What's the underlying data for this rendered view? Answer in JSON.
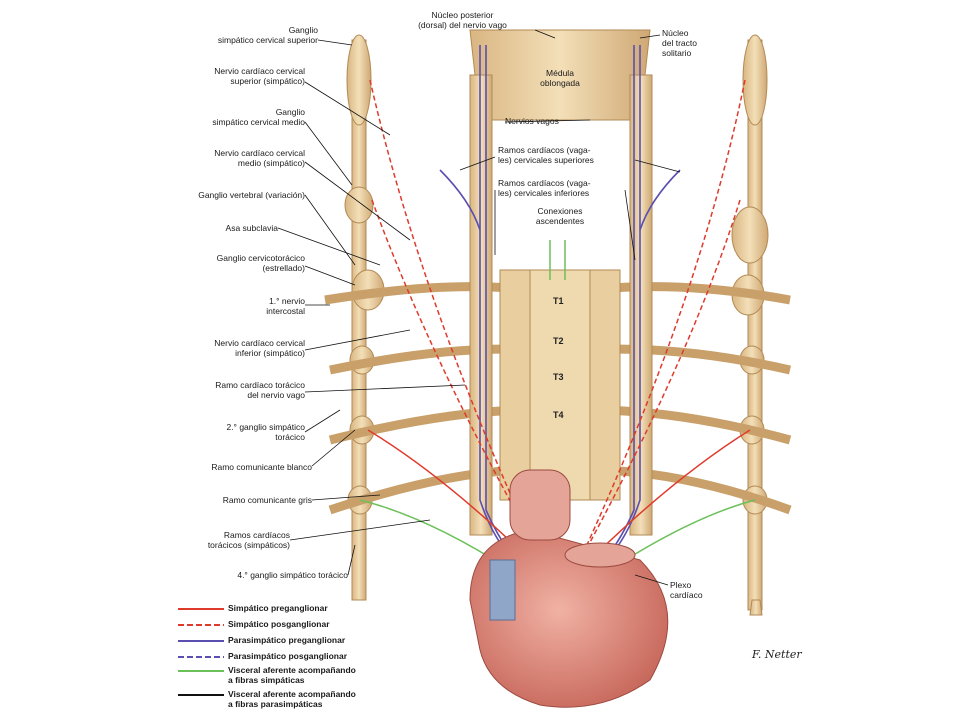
{
  "labels": {
    "ganglio_sup": "Ganglio\nsimpático cervical superior",
    "nervio_card_sup": "Nervio cardíaco cervical\nsuperior (simpático)",
    "ganglio_medio": "Ganglio\nsimpático cervical medio",
    "nervio_card_medio": "Nervio cardíaco cervical\nmedio (simpático)",
    "ganglio_vertebral": "Ganglio vertebral (variación)",
    "asa_subclavia": "Asa subclavia",
    "ganglio_cervicotoracico": "Ganglio cervicotorácico\n(estrellado)",
    "nervio_intercostal": "1.° nervio\nintercostal",
    "nervio_card_inf": "Nervio cardíaco cervical\ninferior (simpático)",
    "ramo_toracico_vago": "Ramo cardíaco torácico\ndel nervio vago",
    "ganglio_2_toracico": "2.° ganglio simpático\ntorácico",
    "ramo_blanco": "Ramo comunicante blanco",
    "ramo_gris": "Ramo comunicante gris",
    "ramos_toracicos": "Ramos cardíacos\ntorácicos (simpáticos)",
    "ganglio_4_toracico": "4.° ganglio simpático torácico",
    "nucleo_posterior": "Núcleo posterior\n(dorsal) del nervio vago",
    "nucleo_tracto": "Núcleo\ndel tracto\nsolitario",
    "medula": "Médula\noblongada",
    "nervios_vagos": "Nervios vagos",
    "ramos_vagales_sup": "Ramos cardíacos (vaga-\nles) cervicales superiores",
    "ramos_vagales_inf": "Ramos cardíacos (vaga-\nles) cervicales inferiores",
    "conexiones": "Conexiones\nascendentes",
    "plexo": "Plexo\ncardíaco",
    "signature": "F. Netter"
  },
  "vertebrae": [
    "T1",
    "T2",
    "T3",
    "T4"
  ],
  "legend": [
    {
      "label": "Simpático preganglionar",
      "color": "#e03a2c",
      "dash": false
    },
    {
      "label": "Simpático posganglionar",
      "color": "#e03a2c",
      "dash": true
    },
    {
      "label": "Parasimpático preganglionar",
      "color": "#5a4fb0",
      "dash": false
    },
    {
      "label": "Parasimpático posganglionar",
      "color": "#5a4fb0",
      "dash": true
    },
    {
      "label": "Visceral aferente acompañando\na fibras simpáticas",
      "color": "#6cc05a",
      "dash": false
    },
    {
      "label": "Visceral aferente acompañando\na fibras parasimpáticas",
      "color": "#111111",
      "dash": false
    }
  ],
  "colors": {
    "nerve_tan": "#e9cfa0",
    "nerve_outline": "#b28a55",
    "heart": "#d9867a",
    "vessel_blue": "#8fa6c8"
  }
}
